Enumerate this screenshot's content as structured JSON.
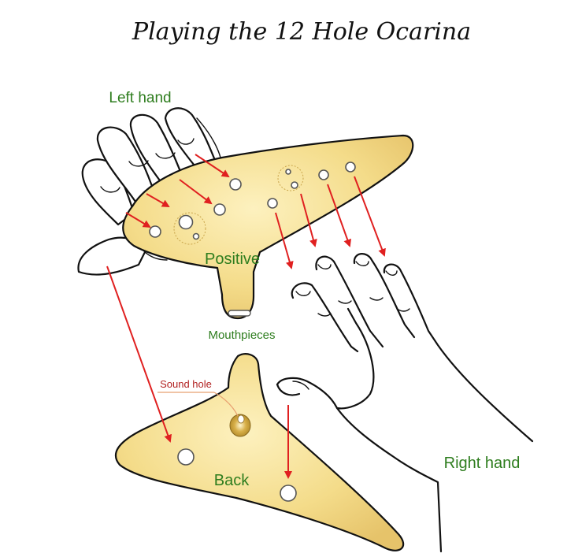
{
  "title": "Playing the 12 Hole Ocarina",
  "labels": {
    "left_hand": "Left hand",
    "right_hand": "Right hand",
    "positive": "Positive",
    "mouthpieces": "Mouthpieces",
    "sound_hole": "Sound hole",
    "back": "Back"
  },
  "colors": {
    "label_green": "#2e7d1e",
    "arrow_red": "#e02020",
    "ocarina_body": "#f4dc8a",
    "sound_hole_label": "#b22222"
  }
}
